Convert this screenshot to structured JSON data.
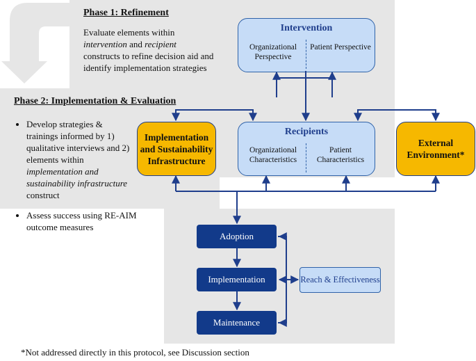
{
  "phase1": {
    "title": "Phase 1: Refinement",
    "text_1": "Evaluate elements within",
    "text_2_em": "intervention",
    "text_2_plain": " and ",
    "text_2_em2": "recipient",
    "text_3": "constructs to refine decision aid and",
    "text_4": "identify implementation strategies"
  },
  "phase2": {
    "title": "Phase 2: Implementation & Evaluation",
    "bullet1_plain": "Develop strategies & trainings informed by 1) qualitative interviews and 2) elements within ",
    "bullet1_em": "implementation and sustainability infrastructure",
    "bullet1_end": " construct",
    "bullet2": "Assess success using RE-AIM outcome measures"
  },
  "intervention": {
    "title": "Intervention",
    "left": "Organizational Perspective",
    "right": "Patient Perspective"
  },
  "recipients": {
    "title": "Recipients",
    "left": "Organizational Characteristics",
    "right": "Patient Characteristics"
  },
  "implementation_infrastructure": "Implementation and Sustainability Infrastructure",
  "external_environment": "External Environment*",
  "reaim": {
    "adoption": "Adoption",
    "implementation": "Implementation",
    "maintenance": "Maintenance",
    "reach": "Reach & Effectiveness"
  },
  "footnote": "*Not addressed directly in this protocol, see Discussion section",
  "colors": {
    "gray_panel": "#e6e6e6",
    "light_blue": "#c6dcf7",
    "navy": "#123a8a",
    "orange": "#f6b800",
    "connector": "#1f3e8c"
  }
}
